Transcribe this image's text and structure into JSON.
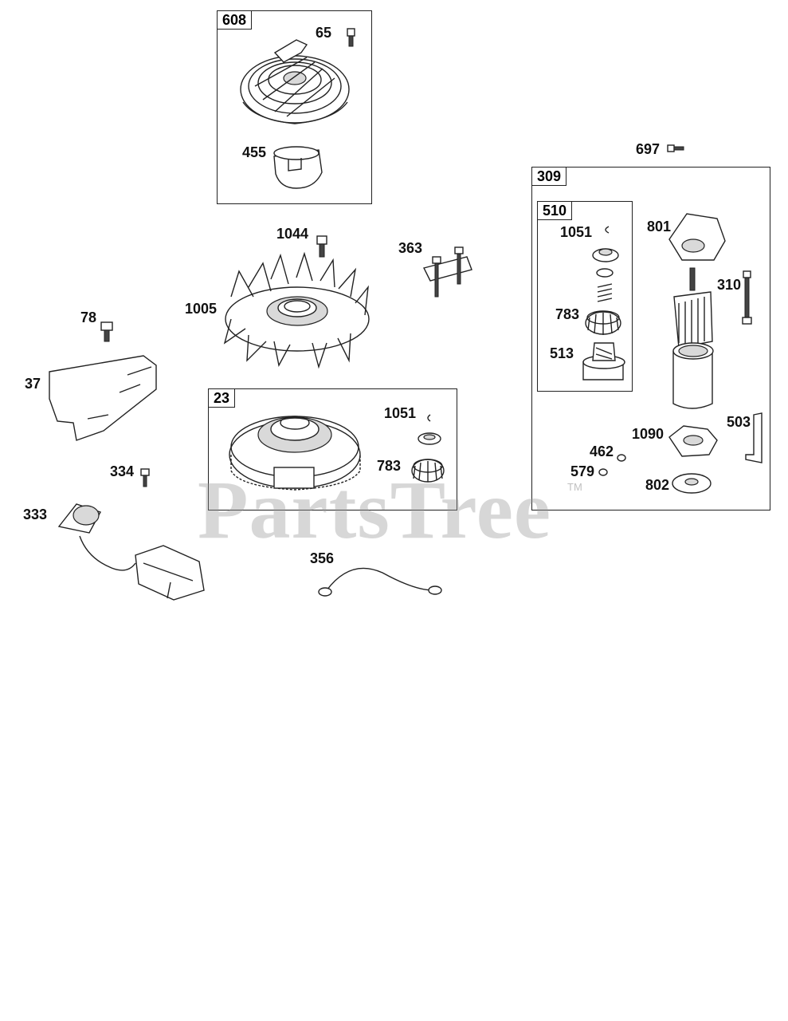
{
  "watermark": {
    "text": "PartsTree",
    "tm": "TM"
  },
  "groups": [
    {
      "id": "608",
      "label": "608"
    },
    {
      "id": "23",
      "label": "23"
    },
    {
      "id": "309",
      "label": "309"
    },
    {
      "id": "510",
      "label": "510"
    }
  ],
  "parts": [
    {
      "id": "65",
      "label": "65",
      "name": "screw"
    },
    {
      "id": "455",
      "label": "455",
      "name": "starter cup"
    },
    {
      "id": "1044",
      "label": "1044",
      "name": "screw"
    },
    {
      "id": "363",
      "label": "363",
      "name": "bracket with studs"
    },
    {
      "id": "1005",
      "label": "1005",
      "name": "fan"
    },
    {
      "id": "78",
      "label": "78",
      "name": "bolt"
    },
    {
      "id": "37",
      "label": "37",
      "name": "shield"
    },
    {
      "id": "1051a",
      "label": "1051",
      "name": "retaining ring"
    },
    {
      "id": "783a",
      "label": "783",
      "name": "gear"
    },
    {
      "id": "334",
      "label": "334",
      "name": "screw"
    },
    {
      "id": "333",
      "label": "333",
      "name": "ignition armature"
    },
    {
      "id": "356",
      "label": "356",
      "name": "ground wire"
    },
    {
      "id": "697",
      "label": "697",
      "name": "screw"
    },
    {
      "id": "1051b",
      "label": "1051",
      "name": "retaining ring"
    },
    {
      "id": "783b",
      "label": "783",
      "name": "gear"
    },
    {
      "id": "513",
      "label": "513",
      "name": "drive"
    },
    {
      "id": "801",
      "label": "801",
      "name": "end cap"
    },
    {
      "id": "310",
      "label": "310",
      "name": "bolt"
    },
    {
      "id": "1090",
      "label": "1090",
      "name": "brush holder"
    },
    {
      "id": "462",
      "label": "462",
      "name": "washer"
    },
    {
      "id": "579",
      "label": "579",
      "name": "nut"
    },
    {
      "id": "503",
      "label": "503",
      "name": "strap"
    },
    {
      "id": "802",
      "label": "802",
      "name": "plate"
    }
  ]
}
